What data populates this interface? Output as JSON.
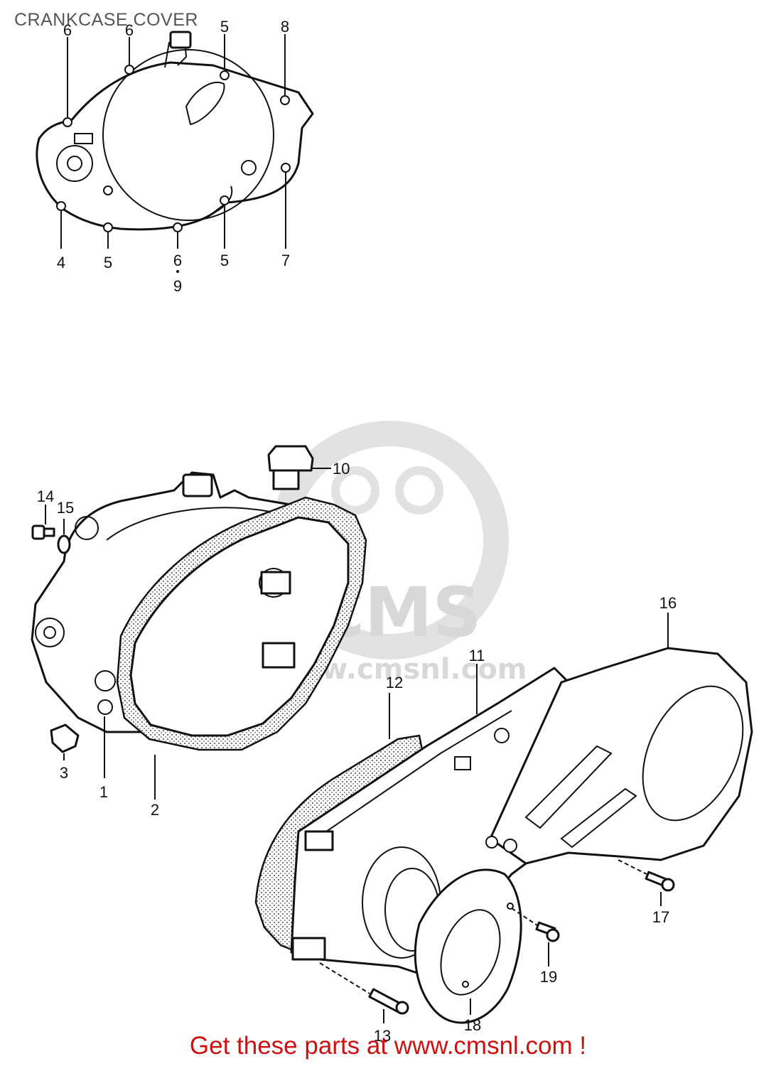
{
  "title": "CRANKCASE COVER",
  "footer_cta": "Get these parts at www.cmsnl.com !",
  "watermark": {
    "logo_text": "CMS",
    "url_text": "www.cmsnl.com",
    "icon": "cms-mascot-logo"
  },
  "colors": {
    "line": "#111111",
    "title": "#555555",
    "cta": "#cc1111",
    "watermark": "#d8d8d8"
  },
  "top_labels": {
    "t6a": "6",
    "t6b": "6",
    "t5a": "5",
    "t8": "8",
    "b4": "4",
    "b5a": "5",
    "b6": "6",
    "b9": "9",
    "b5b": "5",
    "b7": "7"
  },
  "parts": {
    "p1": "1",
    "p2": "2",
    "p3": "3",
    "p10": "10",
    "p11": "11",
    "p12": "12",
    "p13": "13",
    "p14": "14",
    "p15": "15",
    "p16": "16",
    "p17": "17",
    "p18": "18",
    "p19": "19"
  }
}
